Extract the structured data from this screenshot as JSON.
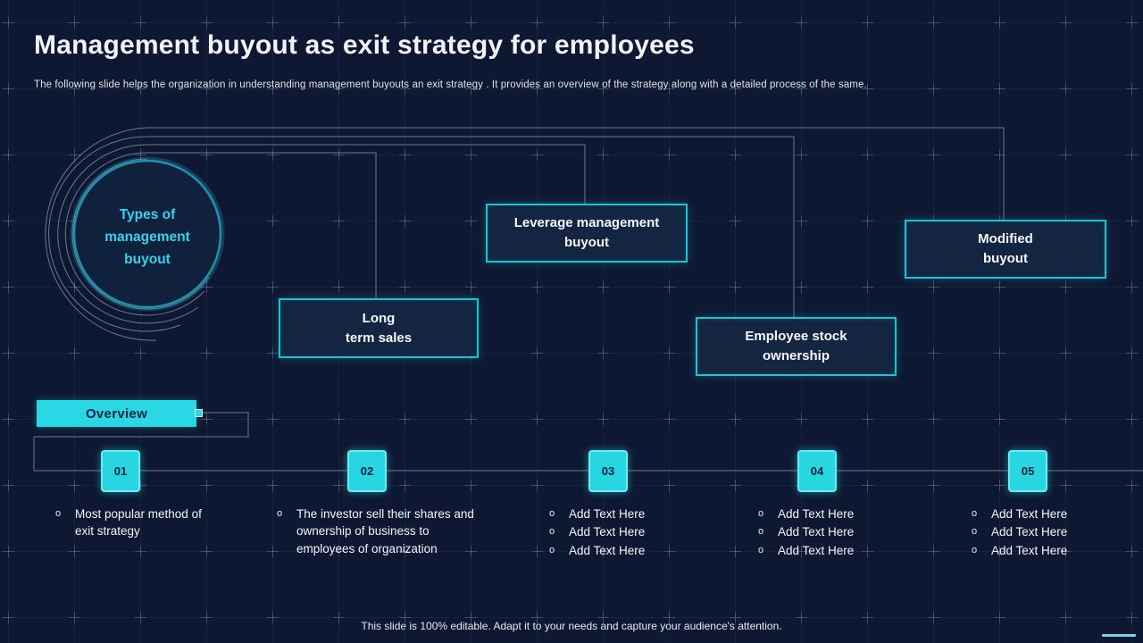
{
  "slide": {
    "title": "Management buyout as exit strategy for employees",
    "subtitle": "The following slide helps the organization in understanding management buyouts an exit strategy . It provides an overview of the strategy along with a detailed process of the same.",
    "footer": "This slide is 100% editable. Adapt it to your needs and capture your audience's attention."
  },
  "hub": {
    "line1": "Types of",
    "line2": "management",
    "line3": "buyout"
  },
  "types": {
    "leverage": {
      "line1": "Leverage management",
      "line2": "buyout"
    },
    "long_term": {
      "line1": "Long",
      "line2": "term sales"
    },
    "employee": {
      "line1": "Employee stock",
      "line2": "ownership"
    },
    "modified": {
      "line1": "Modified",
      "line2": "buyout"
    }
  },
  "overview": {
    "label": "Overview"
  },
  "steps": [
    {
      "number": "01",
      "bullets": [
        "Most popular method of\nexit strategy"
      ]
    },
    {
      "number": "02",
      "bullets": [
        "The investor sell their shares and\nownership of business to\nemployees of organization"
      ]
    },
    {
      "number": "03",
      "bullets": [
        "Add Text Here",
        "Add Text Here",
        "Add Text Here"
      ]
    },
    {
      "number": "04",
      "bullets": [
        "Add Text Here",
        "Add Text Here",
        "Add Text Here"
      ]
    },
    {
      "number": "05",
      "bullets": [
        "Add Text Here",
        "Add Text Here",
        "Add Text Here"
      ]
    }
  ],
  "icons": {
    "bullet": "o"
  },
  "colors": {
    "background": "#0e1832",
    "accent": "#29d8e4",
    "box_border": "#19c3d3",
    "hub_text": "#38d2ea",
    "connector_line": "#cdd6ea"
  }
}
